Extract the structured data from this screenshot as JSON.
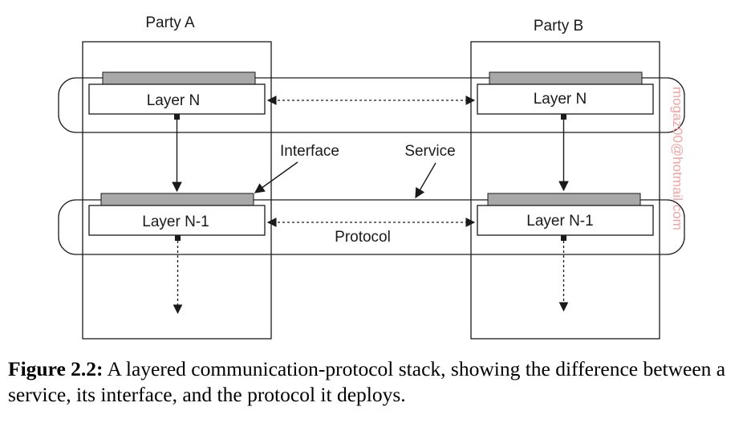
{
  "diagram": {
    "party_a": "Party A",
    "party_b": "Party B",
    "layer_n_left": "Layer N",
    "layer_n_right": "Layer N",
    "layer_n1_left": "Layer N-1",
    "layer_n1_right": "Layer N-1",
    "interface_label": "Interface",
    "service_label": "Service",
    "protocol_label": "Protocol",
    "watermark": "mogaz00@hotmail.com"
  },
  "caption": {
    "figure_label": "Figure 2.2:",
    "text": "A layered communication-protocol stack, showing the difference between a service, its interface, and the protocol it deploys."
  },
  "colors": {
    "line": "#1a1a1a",
    "interface_bar": "#a8a8a8",
    "watermark": "#f2a3a3"
  }
}
